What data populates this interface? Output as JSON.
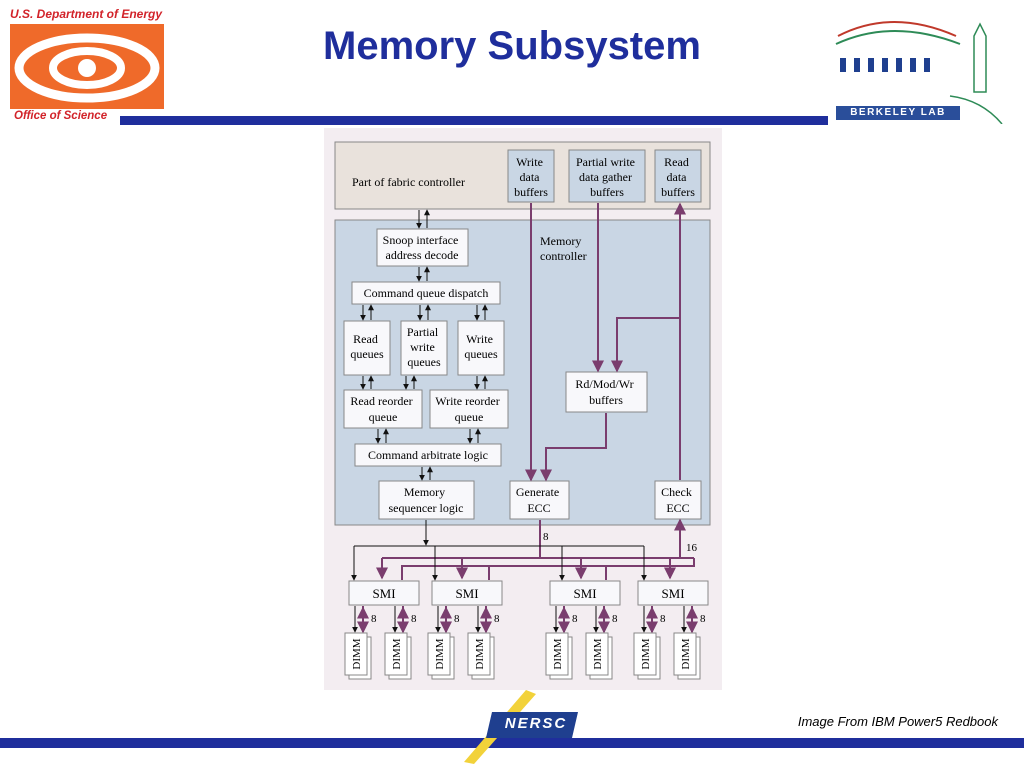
{
  "header": {
    "title": "Memory Subsystem",
    "doe_top": "U.S. Department of Energy",
    "doe_bottom": "Office of Science",
    "berkeley_label": "BERKELEY LAB"
  },
  "footer": {
    "caption": "Image From IBM Power5 Redbook",
    "nersc_label": "NERSC"
  },
  "colors": {
    "title": "#1f2e9c",
    "bars": "#1f2e9c",
    "doe_red": "#d2232a",
    "doe_orange": "#ef6a2a",
    "fabric_bg": "#e9e2dc",
    "controller_bg": "#c9d6e4",
    "purple_arrow": "#7a3d6e"
  },
  "diagram": {
    "fabric_label": "Part of fabric controller",
    "write_data_buffers": [
      "Write",
      "data",
      "buffers"
    ],
    "partial_write_gather": [
      "Partial write",
      "data gather",
      "buffers"
    ],
    "read_data_buffers": [
      "Read",
      "data",
      "buffers"
    ],
    "memory_controller": [
      "Memory",
      "controller"
    ],
    "snoop_interface": [
      "Snoop interface",
      "address decode"
    ],
    "command_queue_dispatch": "Command queue dispatch",
    "read_queues": [
      "Read",
      "queues"
    ],
    "partial_write_queues": [
      "Partial",
      "write",
      "queues"
    ],
    "write_queues": [
      "Write",
      "queues"
    ],
    "rdmodwr_buffers": [
      "Rd/Mod/Wr",
      "buffers"
    ],
    "read_reorder_queue": [
      "Read reorder",
      "queue"
    ],
    "write_reorder_queue": [
      "Write reorder",
      "queue"
    ],
    "command_arbitrate_logic": "Command arbitrate logic",
    "memory_sequencer_logic": [
      "Memory",
      "sequencer logic"
    ],
    "generate_ecc": [
      "Generate",
      "ECC"
    ],
    "check_ecc": [
      "Check",
      "ECC"
    ],
    "bus_width_write": "8",
    "bus_width_read": "16",
    "smi_label": "SMI",
    "smi_link_width": "8",
    "dimm_label": "DIMM"
  }
}
